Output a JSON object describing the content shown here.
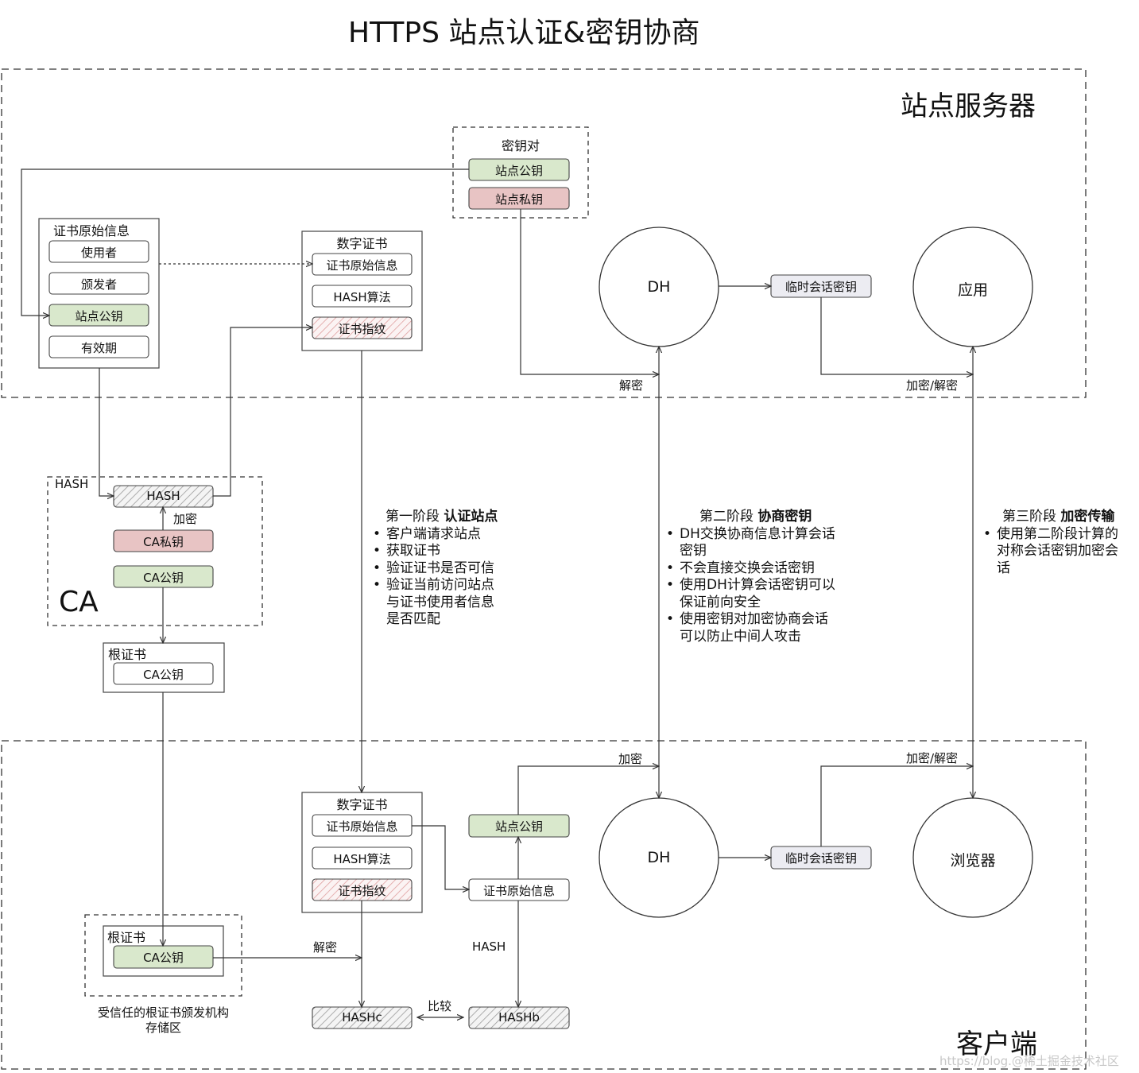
{
  "title": "HTTPS 站点认证&密钥协商",
  "server": {
    "region_label": "站点服务器",
    "keypair": {
      "label": "密钥对",
      "public_key": "站点公钥",
      "private_key": "站点私钥"
    },
    "cert_raw": {
      "label": "证书原始信息",
      "items": [
        "使用者",
        "颁发者",
        "站点公钥",
        "有效期"
      ]
    },
    "digital_cert": {
      "label": "数字证书",
      "items": [
        "证书原始信息",
        "HASH算法",
        "证书指纹"
      ]
    },
    "dh": "DH",
    "session_key": "临时会话密钥",
    "app": "应用",
    "decrypt_label": "解密",
    "encdec_label": "加密/解密"
  },
  "ca": {
    "big_label": "CA",
    "hash_group_label": "HASH",
    "hash_box": "HASH",
    "encrypt_label": "加密",
    "private_key": "CA私钥",
    "public_key": "CA公钥",
    "root_cert": {
      "label": "根证书",
      "item": "CA公钥"
    }
  },
  "client": {
    "region_label": "客户端",
    "digital_cert": {
      "label": "数字证书",
      "items": [
        "证书原始信息",
        "HASH算法",
        "证书指纹"
      ]
    },
    "site_public_key": "站点公钥",
    "cert_raw": "证书原始信息",
    "hash_label": "HASH",
    "root_cert": {
      "label": "根证书",
      "item": "CA公钥"
    },
    "trusted_store": [
      "受信任的根证书颁发机构",
      "存储区"
    ],
    "decrypt_label": "解密",
    "hashc": "HASHc",
    "hashb": "HASHb",
    "compare_label": "比较",
    "dh": "DH",
    "session_key": "临时会话密钥",
    "browser": "浏览器",
    "encrypt_label": "加密",
    "encdec_label": "加密/解密"
  },
  "phases": {
    "phase1": {
      "prefix": "第一阶段 ",
      "name": "认证站点",
      "bullets": [
        "客户端请求站点",
        "获取证书",
        "验证证书是否可信",
        "验证当前访问站点\n 与证书使用者信息\n 是否匹配"
      ]
    },
    "phase2": {
      "prefix": "第二阶段 ",
      "name": "协商密钥",
      "bullets": [
        "DH交换协商信息计算会话\n 密钥",
        "不会直接交换会话密钥",
        "使用DH计算会话密钥可以\n 保证前向安全",
        "使用密钥对加密协商会话\n 可以防止中间人攻击"
      ]
    },
    "phase3": {
      "prefix": "第三阶段 ",
      "name": "加密传输",
      "bullets": [
        "使用第二阶段计算的\n对称会话密钥加密会\n话"
      ]
    }
  },
  "watermark": "https://blog.@稀土掘金技术社区",
  "colors": {
    "green_fill": "#d9e8cc",
    "red_fill": "#e8c4c4",
    "gray_fill": "#ececf2",
    "line": "#333333"
  }
}
